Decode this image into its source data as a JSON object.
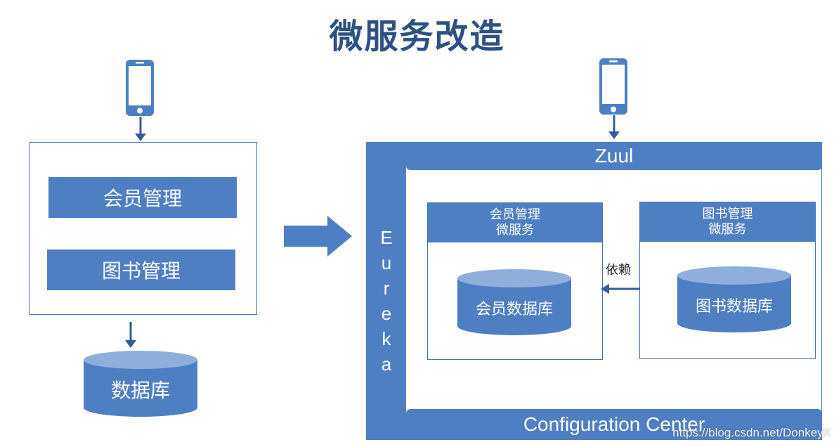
{
  "title": "微服务改造",
  "left": {
    "modules": [
      "会员管理",
      "图书管理"
    ],
    "database": "数据库"
  },
  "right": {
    "gateway": "Zuul",
    "registry_letters": [
      "E",
      "u",
      "r",
      "e",
      "k",
      "a"
    ],
    "config": "Configuration Center",
    "services": [
      {
        "line1": "会员管理",
        "line2": "微服务",
        "db": "会员数据库"
      },
      {
        "line1": "图书管理",
        "line2": "微服务",
        "db": "图书数据库"
      }
    ],
    "dependency_label": "依赖"
  },
  "watermark": "https://blog.csdn.net/DonkeyX",
  "colors": {
    "primary": "#4f7fc3",
    "dark": "#2d5184",
    "cylinder_top": "#8eaedc",
    "arrow": "#345d99"
  },
  "icons": [
    "phone-icon",
    "arrow-down-icon",
    "arrow-right-icon",
    "arrow-left-icon"
  ]
}
